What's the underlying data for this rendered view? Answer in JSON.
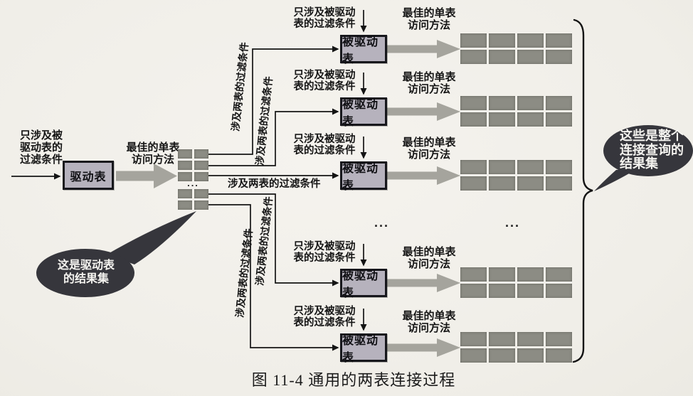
{
  "figure": {
    "caption": "图 11-4  通用的两表连接过程"
  },
  "nodes": {
    "driving_table": "驱动表",
    "driven_table": "被驱动表"
  },
  "labels": {
    "driving_filter": "只涉及被\n驱动表的\n过滤条件",
    "driven_filter": "只涉及被驱动\n表的过滤条件",
    "best_access": "最佳的单表\n访问方法",
    "two_table_filter": "涉及两表的过滤条件",
    "ellipsis": "..."
  },
  "callouts": {
    "driving_result": "这是驱动表\n的结果集",
    "join_result": "这些是整个\n连接查询的\n结果集"
  },
  "colors": {
    "background": "#f1efe9",
    "node_fill": "#b6b2bd",
    "node_border": "#17171c",
    "result_cell": "#8c8c84",
    "thick_arrow": "#a5a49d",
    "line": "#141414",
    "callout_fill": "#36363c",
    "callout_text": "#f4f3ef"
  }
}
